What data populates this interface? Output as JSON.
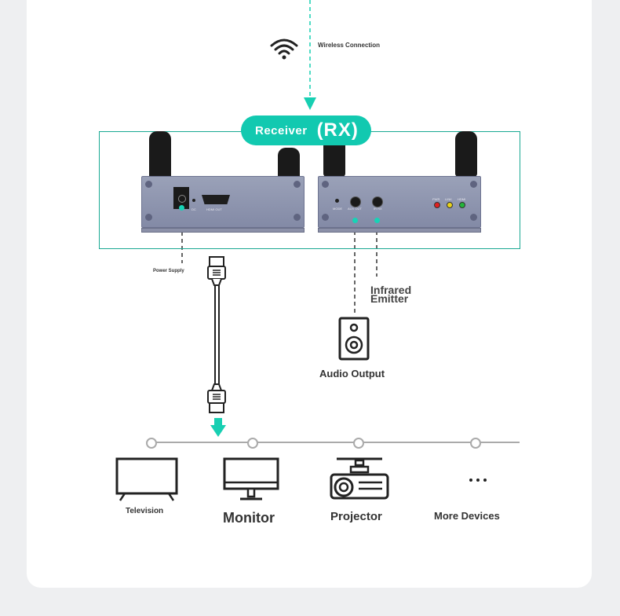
{
  "labels": {
    "wireless_connection": "Wireless Connection",
    "receiver_word": "Receiver",
    "receiver_code": "(RX)",
    "power_supply": "Power Supply",
    "infrared_emitter": "Infrared\nEmitter",
    "audio_output": "Audio Output"
  },
  "port_labels": {
    "dc": "DC",
    "hdmi_out": "HDMI OUT",
    "mode": "MODE",
    "aux_out": "AUX OUT",
    "ir_rx": "IR RX",
    "pwr": "PWR",
    "link": "LINK",
    "hdmi": "HDMI"
  },
  "devices": [
    {
      "label": "Television",
      "icon": "television-icon"
    },
    {
      "label": "Monitor",
      "icon": "monitor-icon"
    },
    {
      "label": "Projector",
      "icon": "projector-icon"
    },
    {
      "label": "More Devices",
      "icon": "ellipsis-icon"
    }
  ],
  "colors": {
    "accent": "#12c9b0",
    "frame": "#1aa993",
    "device_body": "#8d93ad",
    "led_red": "#e02020",
    "led_yellow": "#e8d21a",
    "led_green": "#23b53a"
  }
}
